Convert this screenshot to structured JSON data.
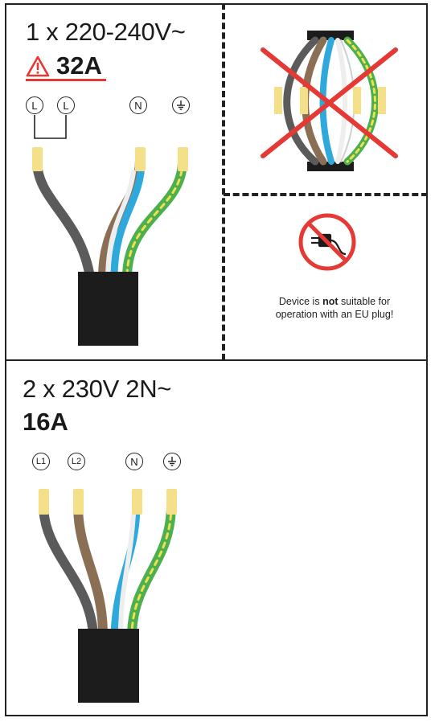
{
  "section1": {
    "voltage": "1 x 220-240V~",
    "current": "32A",
    "warning_icon": "warning-triangle-icon",
    "terminals": [
      "L",
      "L",
      "N",
      "earth"
    ]
  },
  "section2": {
    "voltage": "2 x 230V 2N~",
    "current": "16A",
    "terminals": [
      "L1",
      "L2",
      "N",
      "earth"
    ]
  },
  "notice": {
    "prefix": "Device is ",
    "emphasis": "not",
    "suffix": " suitable for",
    "line2": "operation with an EU plug!"
  },
  "colors": {
    "warning_red": "#e53935",
    "wire_gray": "#5b5b5b",
    "wire_brown": "#8a6f55",
    "wire_blue": "#2fa8dc",
    "wire_white": "#eeeeee",
    "wire_green": "#4caf50",
    "wire_yellow": "#f2e04a",
    "sleeve_yellow": "#f5e08a",
    "cable_black": "#1c1c1c"
  }
}
